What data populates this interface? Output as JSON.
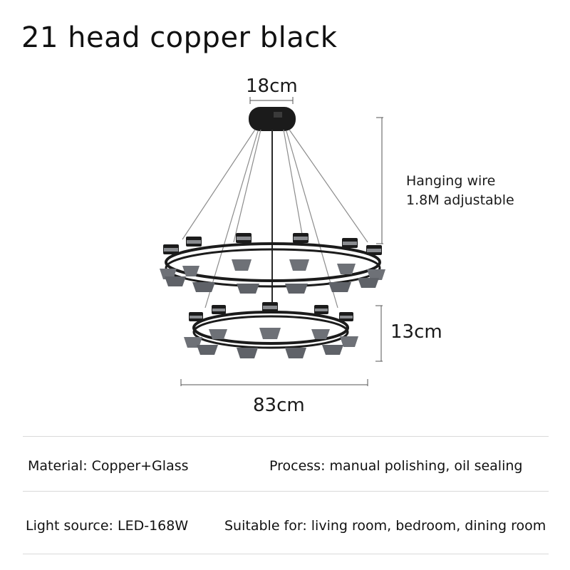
{
  "title": "21 head copper black",
  "dimensions": {
    "canopy_width": "18cm",
    "hanging_wire_line1": "Hanging wire",
    "hanging_wire_line2": "1.8M adjustable",
    "tier_height": "13cm",
    "overall_diameter": "83cm"
  },
  "specs": {
    "material": "Material: Copper+Glass",
    "process": "Process: manual polishing, oil sealing",
    "light_source": "Light source: LED-168W",
    "suitable_for": "Suitable for: living room, bedroom, dining room"
  },
  "colors": {
    "fixture": "#1b1b1b",
    "glass": "#6e7177",
    "divider": "#d9d9d9"
  }
}
